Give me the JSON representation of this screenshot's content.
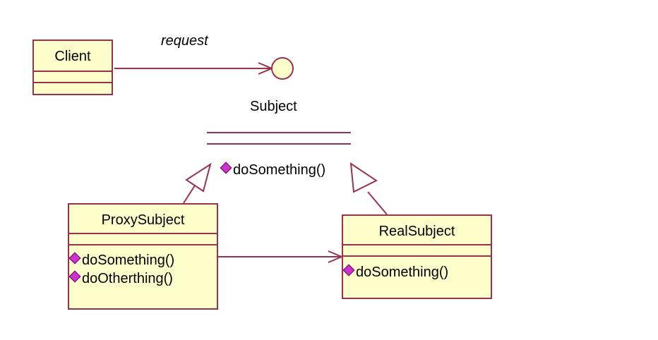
{
  "diagram": {
    "client": {
      "name": "Client"
    },
    "request_label": "request",
    "subject": {
      "name": "Subject",
      "operation": "doSomething()"
    },
    "proxy_subject": {
      "name": "ProxySubject",
      "operations": [
        "doSomething()",
        "doOtherthing()"
      ]
    },
    "real_subject": {
      "name": "RealSubject",
      "operation": "doSomething()"
    }
  },
  "colors": {
    "class_fill": "#ffffcc",
    "line": "#99334d",
    "operation_marker": "#cc33cc"
  }
}
